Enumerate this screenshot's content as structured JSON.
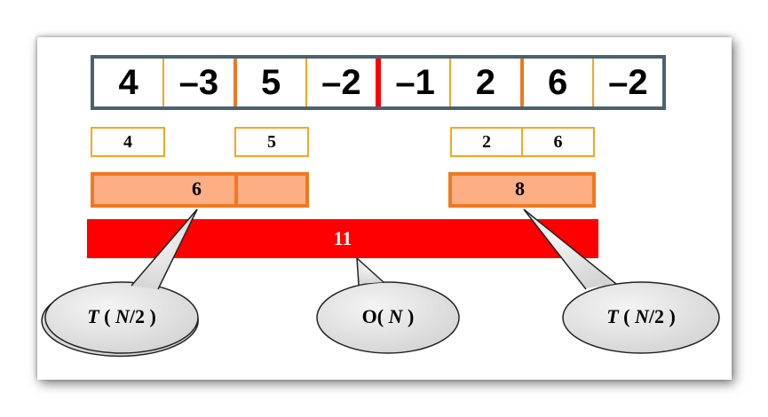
{
  "array": {
    "cells": [
      "4",
      "–3",
      "5",
      "–2",
      "–1",
      "2",
      "6",
      "–2"
    ]
  },
  "left_half": {
    "subsums": [
      "4",
      "5"
    ],
    "max": "6"
  },
  "right_half": {
    "subsums": [
      "2",
      "6"
    ],
    "max": "8"
  },
  "crossing": {
    "max": "11"
  },
  "callouts": {
    "left": {
      "t": "T",
      "open": " ( ",
      "n": "N",
      "rest": "/2 )"
    },
    "middle": {
      "o": "O( ",
      "n": "N",
      "rest": " )"
    },
    "right": {
      "t": "T",
      "open": " ( ",
      "n": "N",
      "rest": "/2 )"
    }
  },
  "colors": {
    "frame": "#4a6270",
    "light_orange": "#f5a623",
    "orange": "#f07820",
    "fill": "#fdae85",
    "red": "#ff0000",
    "bubble": "#e6e6e6"
  }
}
